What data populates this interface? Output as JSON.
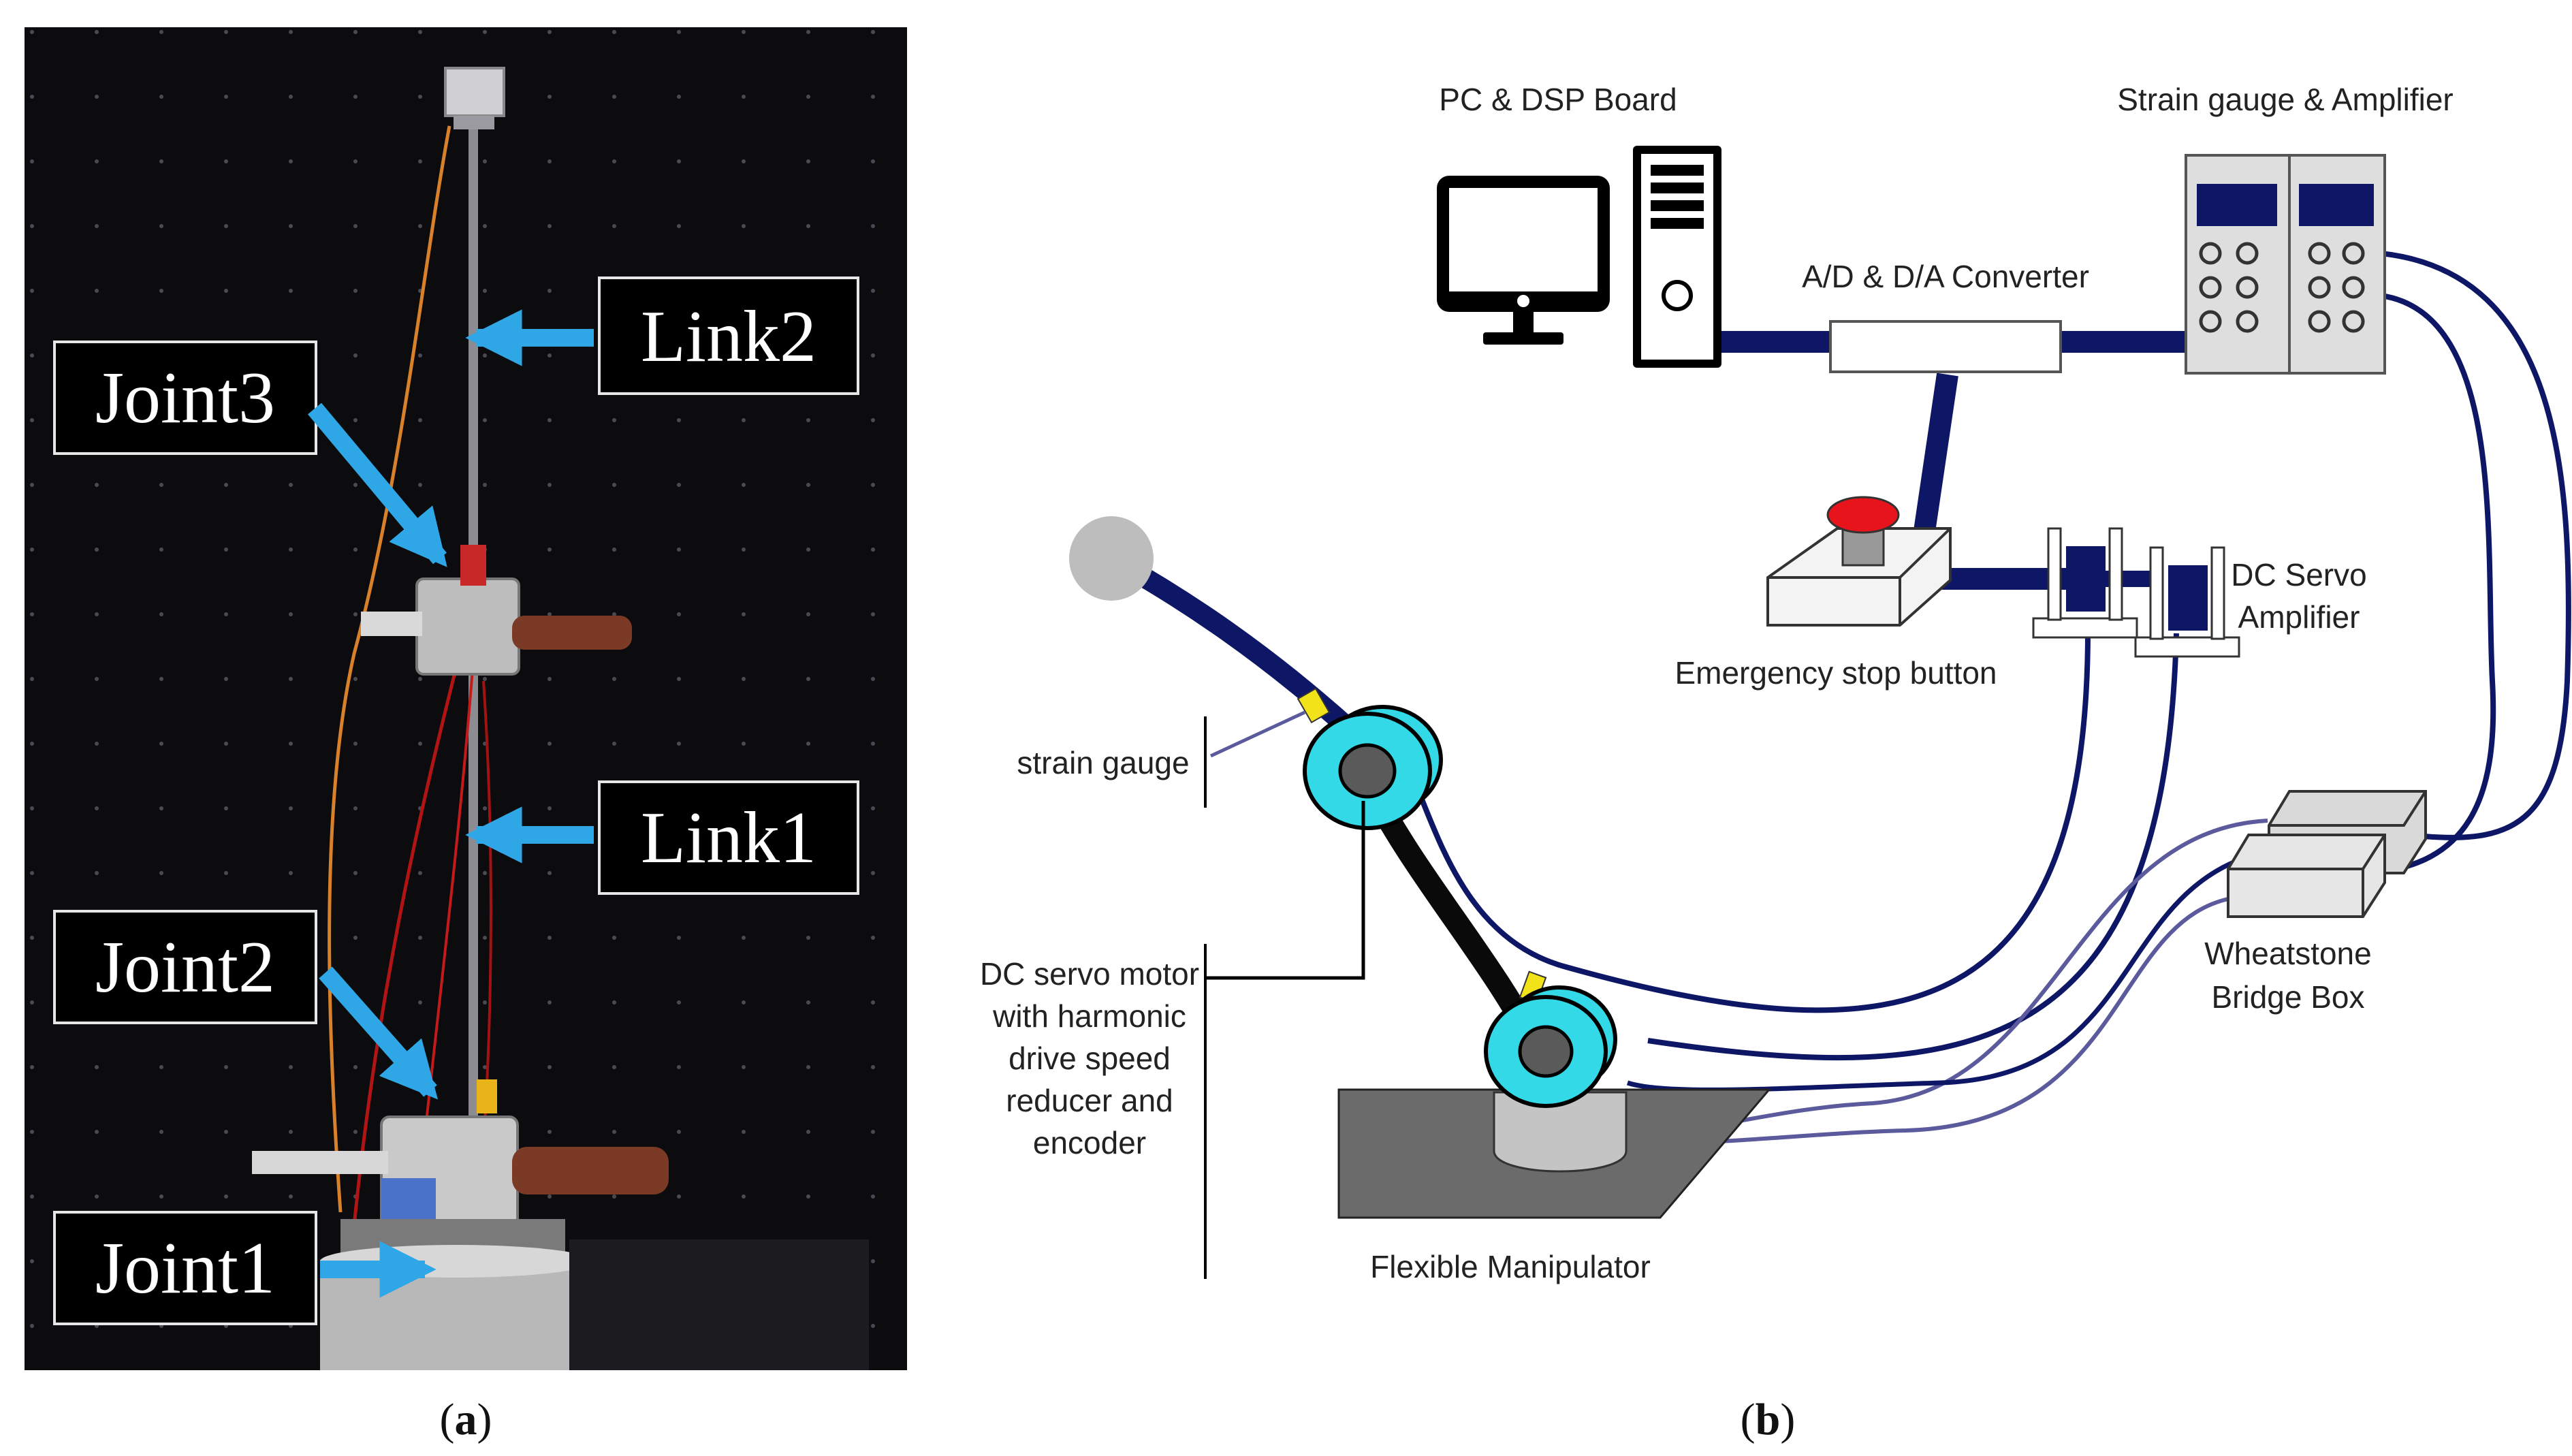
{
  "panel_a": {
    "caption_letter": "a",
    "labels": {
      "link2": "Link2",
      "joint3": "Joint3",
      "link1": "Link1",
      "joint2": "Joint2",
      "joint1": "Joint1"
    }
  },
  "panel_b": {
    "caption_letter": "b",
    "labels": {
      "pc": "PC & DSP Board",
      "strain_amp": "Strain gauge & Amplifier",
      "converter": "A/D & D/A Converter",
      "dc_servo_1": "DC Servo",
      "dc_servo_2": "Amplifier",
      "estop": "Emergency stop button",
      "strain_gauge": "strain gauge",
      "motor": [
        "DC servo motor",
        "with harmonic",
        "drive speed",
        "reducer and",
        "encoder"
      ],
      "wheatstone_1": "Wheatstone",
      "wheatstone_2": "Bridge Box",
      "manipulator": "Flexible Manipulator"
    }
  },
  "colors": {
    "photo_bg": "#0c0c0e",
    "arrow": "#2fa7e6",
    "cable_dark": "#0e1766",
    "cable_light": "#5a5a9c",
    "joint_cyan": "#33d9e6",
    "estop_red": "#e8141c"
  }
}
